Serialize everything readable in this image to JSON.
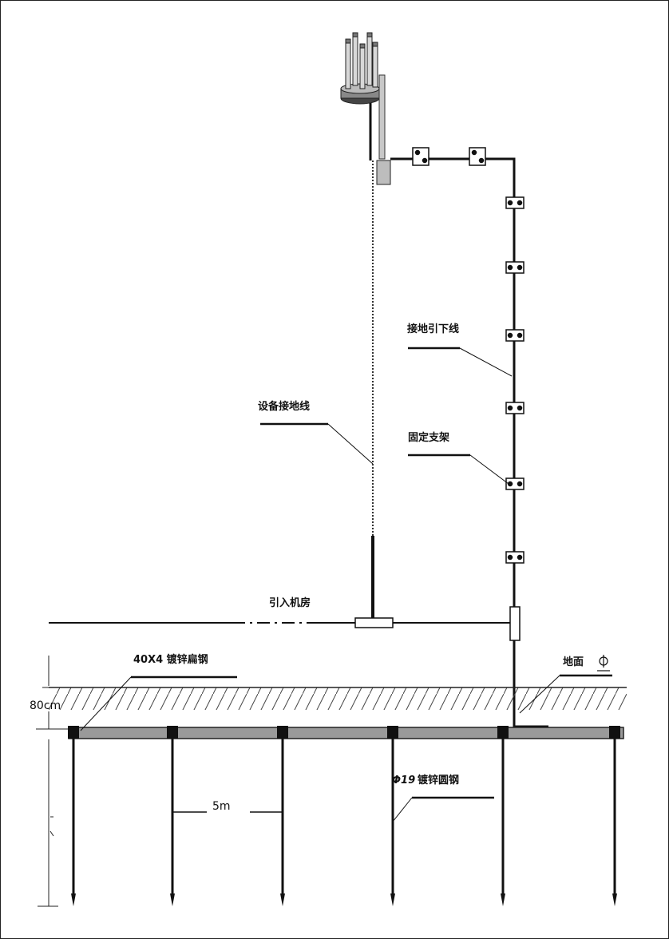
{
  "labels": {
    "down_conductor": "接地引下线",
    "equipment_ground": "设备接地线",
    "fixing_bracket": "固定支架",
    "into_room": "引入机房",
    "flat_steel": "40X4 镀锌扁钢",
    "ground_surface": "地面",
    "depth": "80cm",
    "spacing": "5m",
    "round_steel_symbol": "Φ19",
    "round_steel": "镀锌圆钢"
  }
}
